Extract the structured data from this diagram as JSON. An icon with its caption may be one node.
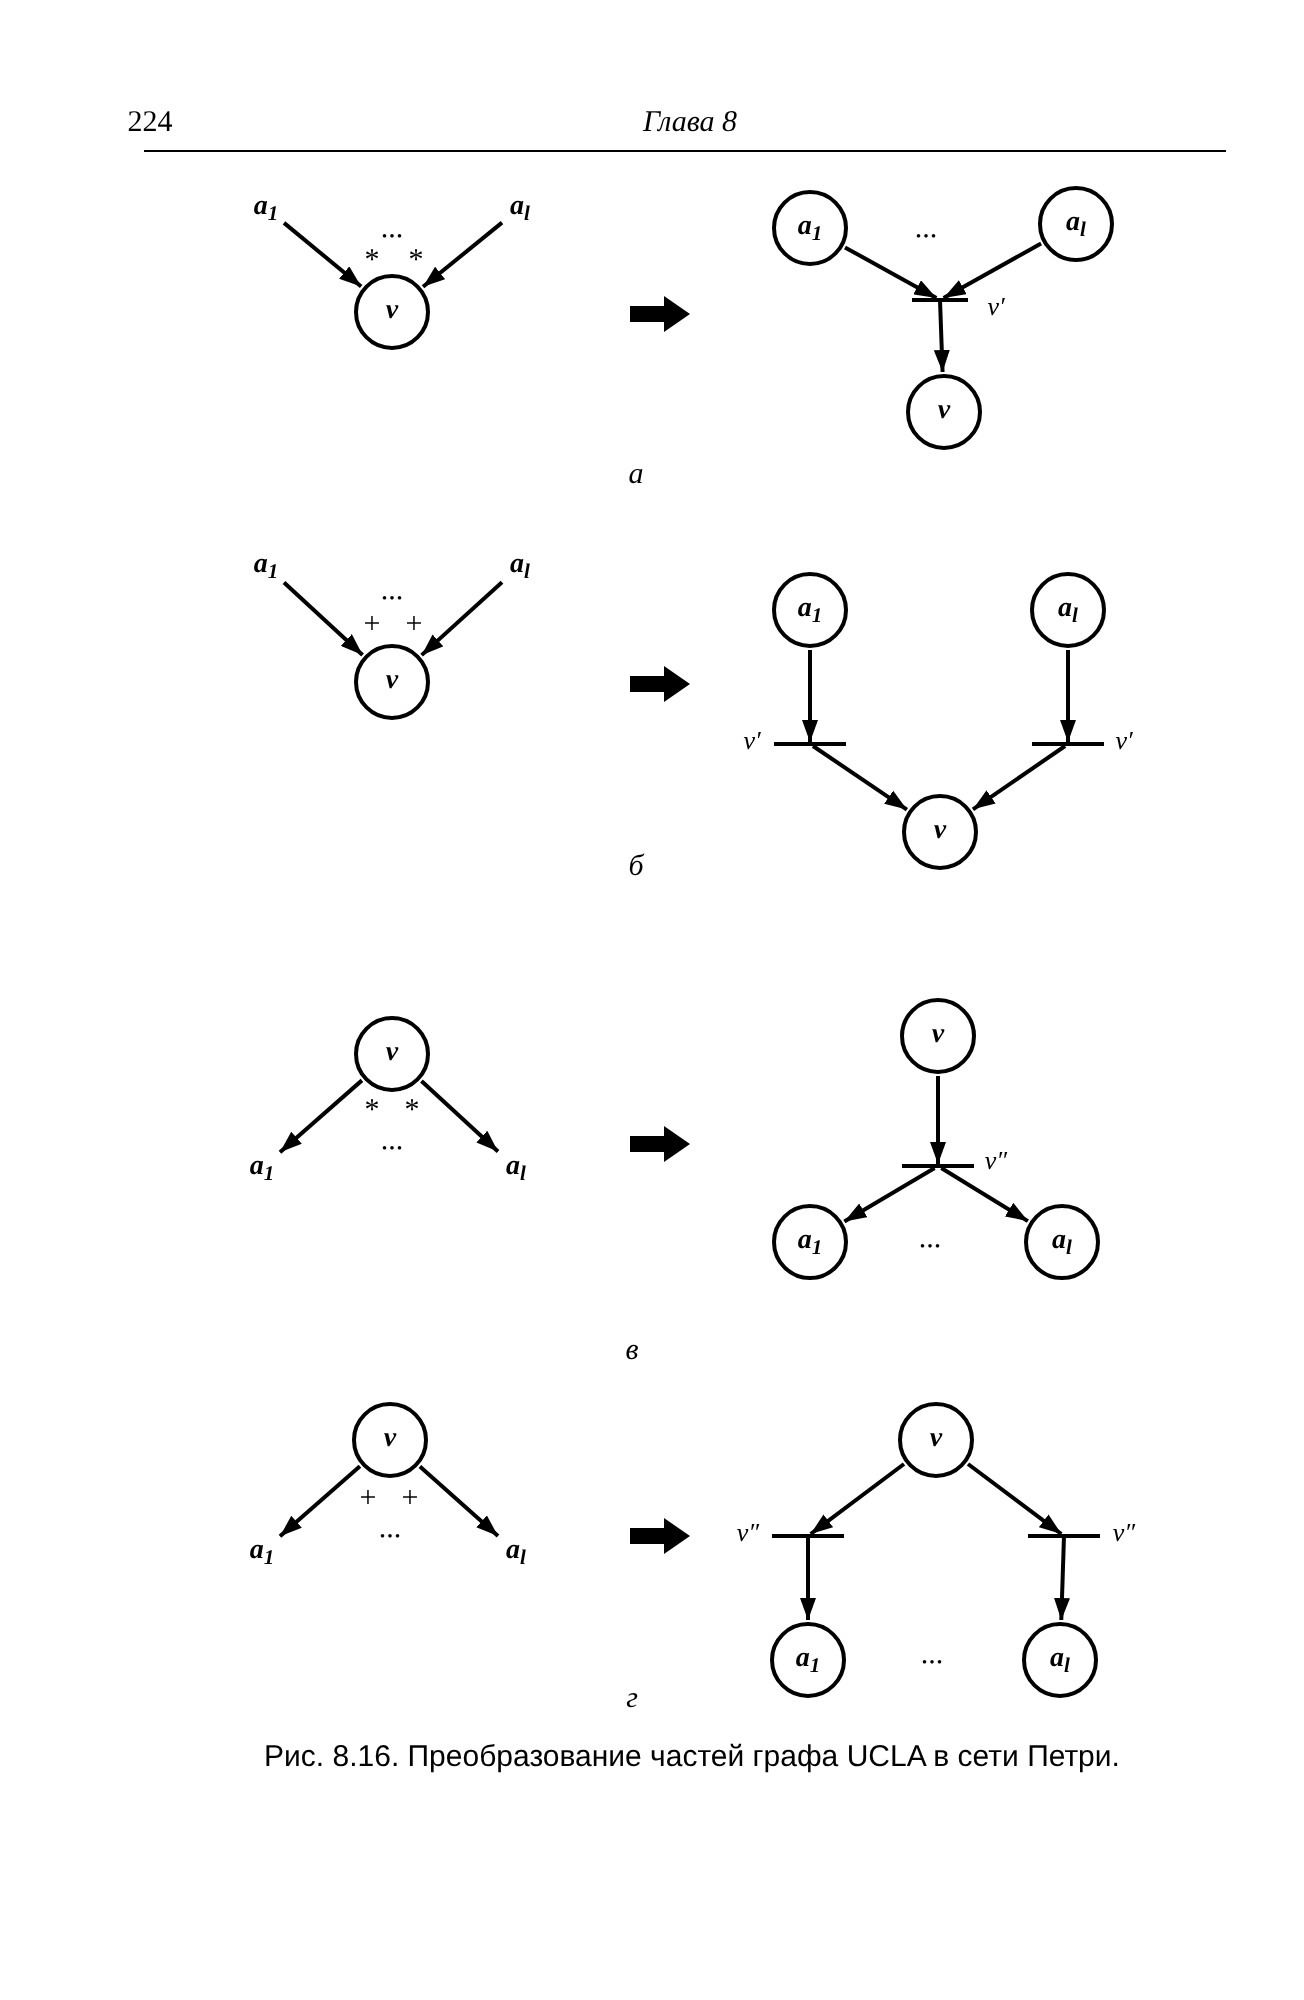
{
  "diagram": {
    "caption": "Рис. 8.16. Преобразование частей графа UCLA в сети Петри.",
    "nodes": [
      {
        "text": [
          "a$_{1}$"
        ]
      },
      {
        "text": [
          "a$_{l}$"
        ]
      },
      {
        "text": [
          "ν"
        ]
      },
      {
        "text": [
          "a$_{1}$"
        ]
      },
      {
        "text": [
          "a$_{l}$"
        ]
      },
      {
        "text": [],
        "shape": "bar",
        "beside": [
          "ν′"
        ]
      },
      {
        "text": [
          "ν"
        ]
      },
      {
        "text": [
          "a$_{1}$"
        ]
      },
      {
        "text": [
          "a$_{l}$"
        ]
      },
      {
        "text": [
          "ν"
        ]
      },
      {
        "text": [
          "a$_{1}$"
        ]
      },
      {
        "text": [
          "a$_{l}$"
        ]
      },
      {
        "text": [],
        "shape": "bar",
        "beside": [
          "ν′"
        ]
      },
      {
        "text": [],
        "shape": "bar",
        "beside": [
          "ν′"
        ]
      },
      {
        "text": [
          "ν"
        ]
      },
      {
        "text": [
          "ν"
        ]
      },
      {
        "text": [
          "a$_{1}$"
        ]
      },
      {
        "text": [
          "a$_{l}$"
        ]
      },
      {
        "text": [
          "ν"
        ]
      },
      {
        "text": [],
        "shape": "bar",
        "beside": [
          "ν″"
        ]
      },
      {
        "text": [
          "a$_{1}$"
        ]
      },
      {
        "text": [
          "a$_{l}$"
        ]
      },
      {
        "text": [
          "ν"
        ]
      },
      {
        "text": [
          "a$_{1}$"
        ]
      },
      {
        "text": [
          "a$_{l}$"
        ]
      },
      {
        "text": [
          "ν"
        ]
      },
      {
        "text": [],
        "shape": "bar",
        "beside": [
          "ν″"
        ]
      },
      {
        "text": [],
        "shape": "bar",
        "beside": [
          "ν″"
        ]
      },
      {
        "text": [
          "a$_{1}$"
        ]
      },
      {
        "text": [
          "a$_{l}$"
        ]
      }
    ],
    "edges": [
      {
        "from": 0,
        "to": 2,
        "arrow": "to"
      },
      {
        "from": 1,
        "to": 2,
        "arrow": "to"
      },
      {
        "from": 3,
        "to": 5,
        "arrow": "to"
      },
      {
        "from": 4,
        "to": 5,
        "arrow": "to"
      },
      {
        "from": 5,
        "to": 6,
        "arrow": "to"
      },
      {
        "from": 7,
        "to": 9,
        "arrow": "to"
      },
      {
        "from": 8,
        "to": 9,
        "arrow": "to"
      },
      {
        "from": 10,
        "to": 12,
        "arrow": "to"
      },
      {
        "from": 11,
        "to": 13,
        "arrow": "to"
      },
      {
        "from": 12,
        "to": 14,
        "arrow": "to"
      },
      {
        "from": 13,
        "to": 14,
        "arrow": "to"
      },
      {
        "from": 15,
        "to": 16,
        "arrow": "to"
      },
      {
        "from": 15,
        "to": 17,
        "arrow": "to"
      },
      {
        "from": 18,
        "to": 19,
        "arrow": "to"
      },
      {
        "from": 19,
        "to": 20,
        "arrow": "to"
      },
      {
        "from": 19,
        "to": 21,
        "arrow": "to"
      },
      {
        "from": 22,
        "to": 23,
        "arrow": "to"
      },
      {
        "from": 22,
        "to": 24,
        "arrow": "to"
      },
      {
        "from": 25,
        "to": 26,
        "arrow": "to"
      },
      {
        "from": 25,
        "to": 27,
        "arrow": "to"
      },
      {
        "from": 26,
        "to": 28,
        "arrow": "to"
      },
      {
        "from": 27,
        "to": 29,
        "arrow": "to"
      }
    ],
    "labels": [
      "224",
      "Глава 8",
      "...",
      "*",
      "*",
      "...",
      "а",
      "...",
      "+",
      "+",
      "б",
      "*",
      "*",
      "...",
      "...",
      "в",
      "+",
      "+",
      "...",
      "...",
      "г"
    ]
  }
}
